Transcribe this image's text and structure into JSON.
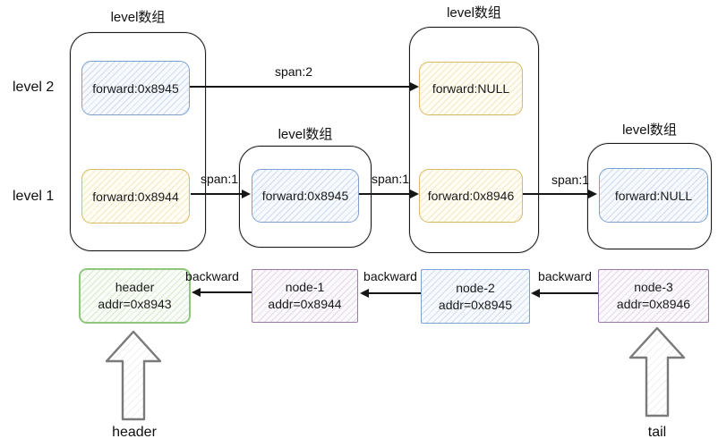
{
  "side_labels": {
    "level2": "level 2",
    "level1": "level 1"
  },
  "level_arrays": [
    {
      "label": "level数组",
      "cells": [
        {
          "text": "forward:0x8945"
        },
        {
          "text": "forward:0x8944"
        }
      ]
    },
    {
      "label": "level数组",
      "cells": [
        {
          "text": "forward:0x8945"
        }
      ]
    },
    {
      "label": "level数组",
      "cells": [
        {
          "text": "forward:NULL"
        },
        {
          "text": "forward:0x8946"
        }
      ]
    },
    {
      "label": "level数组",
      "cells": [
        {
          "text": "forward:NULL"
        }
      ]
    }
  ],
  "span_arrows": [
    {
      "label": "span:2"
    },
    {
      "label": "span:1"
    },
    {
      "label": "span:1"
    },
    {
      "label": "span:1"
    }
  ],
  "backward_arrows": [
    {
      "label": "backward"
    },
    {
      "label": "backward"
    },
    {
      "label": "backward"
    }
  ],
  "nodes": [
    {
      "name": "header",
      "addr": "addr=0x8943"
    },
    {
      "name": "node-1",
      "addr": "addr=0x8944"
    },
    {
      "name": "node-2",
      "addr": "addr=0x8945"
    },
    {
      "name": "node-3",
      "addr": "addr=0x8946"
    }
  ],
  "pointers": {
    "header": "header",
    "tail": "tail"
  },
  "colors": {
    "cell_blue_border": "#6c8ebf",
    "cell_blue_fill": "#dae8fc",
    "cell_yellow_border": "#d6b656",
    "cell_yellow_fill": "#fff2cc",
    "node_green_border": "#82b366",
    "node_green_fill": "#d5e8d4",
    "node_purple_border": "#9673a6",
    "node_purple_fill": "#e1d5e7",
    "line_color": "#161616",
    "big_arrow_stroke": "#7a7a7a"
  }
}
